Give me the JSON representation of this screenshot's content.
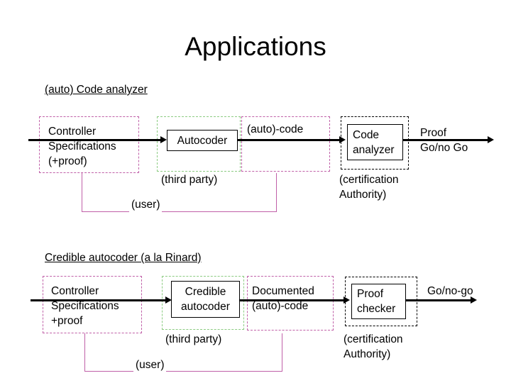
{
  "slide": {
    "title": "Applications"
  },
  "diagrams": [
    {
      "heading": "(auto) Code analyzer",
      "regions": [
        {
          "name": "user-spec-region",
          "color": "#c060a8",
          "style": "pink"
        },
        {
          "name": "third-party-region",
          "color": "#8ccc82",
          "style": "green"
        },
        {
          "name": "auto-code-region",
          "color": "#c060a8",
          "style": "pink"
        },
        {
          "name": "certification-region",
          "color": "#000000",
          "style": "black"
        }
      ],
      "nodes": [
        {
          "name": "controller-specifications",
          "text": "Controller\nSpecifications\n(+proof)"
        },
        {
          "name": "autocoder",
          "text": "Autocoder"
        },
        {
          "name": "auto-code-label",
          "text": "(auto)-code"
        },
        {
          "name": "code-analyzer",
          "text": "Code\nanalyzer"
        },
        {
          "name": "proof-result",
          "text": "Proof\nGo/no Go"
        }
      ],
      "annotations": [
        {
          "name": "third-party-annotation",
          "text": "(third party)"
        },
        {
          "name": "user-annotation",
          "text": "(user)"
        },
        {
          "name": "certification-annotation",
          "text": "(certification\nAuthority)"
        }
      ]
    },
    {
      "heading": "Credible autocoder (a la Rinard)",
      "regions": [
        {
          "name": "user-spec-region",
          "color": "#c060a8",
          "style": "pink"
        },
        {
          "name": "third-party-region",
          "color": "#8ccc82",
          "style": "green"
        },
        {
          "name": "documented-code-region",
          "color": "#c060a8",
          "style": "pink"
        },
        {
          "name": "certification-region",
          "color": "#000000",
          "style": "black"
        }
      ],
      "nodes": [
        {
          "name": "controller-specifications",
          "text": "Controller\nSpecifications\n+proof"
        },
        {
          "name": "credible-autocoder",
          "text": "Credible\nautocoder"
        },
        {
          "name": "documented-auto-code-label",
          "text": "Documented\n(auto)-code"
        },
        {
          "name": "proof-checker",
          "text": "Proof\nchecker"
        },
        {
          "name": "go-no-go-result",
          "text": "Go/no-go"
        }
      ],
      "annotations": [
        {
          "name": "third-party-annotation",
          "text": "(third party)"
        },
        {
          "name": "user-annotation",
          "text": "(user)"
        },
        {
          "name": "certification-annotation",
          "text": "(certification\nAuthority)"
        }
      ]
    }
  ],
  "colors": {
    "pink_dashed": "#c060a8",
    "green_dashed": "#8ccc82",
    "black_dashed": "#000000",
    "background": "#ffffff",
    "text": "#000000"
  }
}
